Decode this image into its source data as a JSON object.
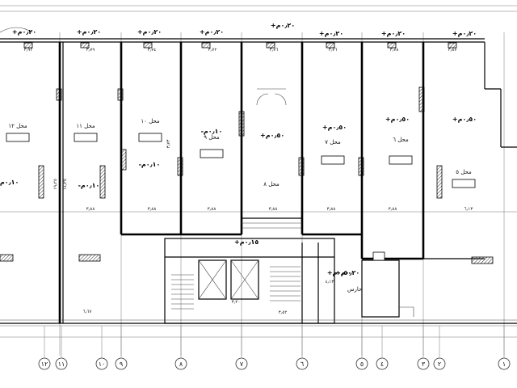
{
  "axes": [
    "١٢",
    "١١",
    "١٠",
    "٩",
    "٨",
    "٧",
    "٦",
    "٥",
    "٤",
    "٣",
    "٢",
    "١"
  ],
  "top_levels": [
    "+٠٫٢٠م",
    "+٠٫٢٠م",
    "+٠٫٢٠م",
    "+٠٫٢٠م",
    "+٠٫٢٠م",
    "+٠٫٢٠م",
    "+٠٫٢٠م",
    "+٠٫٢٠م"
  ],
  "top_dims": [
    "٣٫٩٢",
    "٣٫٧٩",
    "٣٫٧٤",
    "٣٫٧٢",
    "٣٫٧٦",
    "٣٫٧٦",
    "٣٫٧٨",
    "٣٫٨٧"
  ],
  "shop_labels": [
    "محل ١٢",
    "محل ١١",
    "محل ١٠",
    "محل ٩",
    "محل ٨",
    "محل ٧",
    "محل ٦",
    "محل ٥"
  ],
  "shop_levels": [
    "-٠٫١٠م",
    "-٠٫١٠م",
    "-٠٫١٠م",
    "-٠٫١٠م",
    "+٠٫٥٠م",
    "+٠٫٥٠م",
    "+٠٫٥٠م",
    "+٠٫٥٠م"
  ],
  "bottom_dims": [
    "٣٫٨٨",
    "٣٫٨٨",
    "٣٫٨٨",
    "٣٫٨٨",
    "٣٫٨٨",
    "٣٫٨٨",
    "٦٫١٣"
  ],
  "side_dims": [
    "١٩٫٢٥",
    "١٤٫٢٥",
    "٣٫٧٣"
  ],
  "center_level": "+٠٫٥٠م",
  "entrance_level": "+٠٫١٥م",
  "stair_level": "+٠٫٢٠م",
  "lower_dims": [
    "٦٫٦٧",
    "٣٫٢٠",
    "٣٫٥٢",
    "٤٫١٣"
  ],
  "room_label": "حارس",
  "colors": {
    "line": "#000000",
    "grid": "#777777",
    "paper": "#ffffff"
  }
}
